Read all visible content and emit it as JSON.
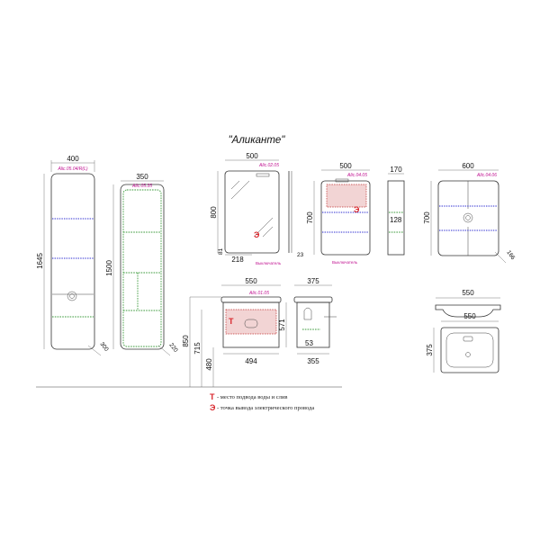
{
  "title": "\"Аликанте\"",
  "articles": {
    "tall_cabinet": "Alic.05.04/R(L)",
    "shelf_unit": "Alic.05.35",
    "mirror": "Alic.02.05",
    "mirror_cabinet": "Alic.04.05",
    "wall_cabinet": "Alic.04.06",
    "vanity": "Alic.01.05"
  },
  "dimensions": {
    "tall_width": "400",
    "tall_height": "1645",
    "tall_depth": "300",
    "shelf_width": "350",
    "shelf_height": "1500",
    "shelf_depth": "220",
    "mirror_width": "500",
    "mirror_height": "800",
    "mirror_offset": "81",
    "mirror_switch": "218",
    "mirror_depth": "23",
    "mcab_width": "500",
    "mcab_height": "700",
    "mcab_depth": "170",
    "mcab_inner": "128",
    "wcab_width": "600",
    "wcab_height": "700",
    "wcab_depth": "166",
    "vanity_width": "550",
    "vanity_depth": "375",
    "vanity_height": "850",
    "vanity_715": "715",
    "vanity_480": "480",
    "vanity_inner_width": "494",
    "vanity_571": "571",
    "vanity_53": "53",
    "vanity_355": "355",
    "basin_width_side": "550",
    "basin_width_top": "550",
    "basin_depth": "375"
  },
  "switch_label": "Выключатель",
  "legend": {
    "t_symbol": "Т",
    "t_text": "- место подвода воды и слив",
    "e_symbol": "Э",
    "e_text": "- точка вывода электрического провода"
  },
  "colors": {
    "water": "#d8262c",
    "electric": "#d8262c",
    "shelf_lines": "#2b2bd0",
    "base_lines": "#3a9a3a",
    "article_text": "#c01090"
  }
}
